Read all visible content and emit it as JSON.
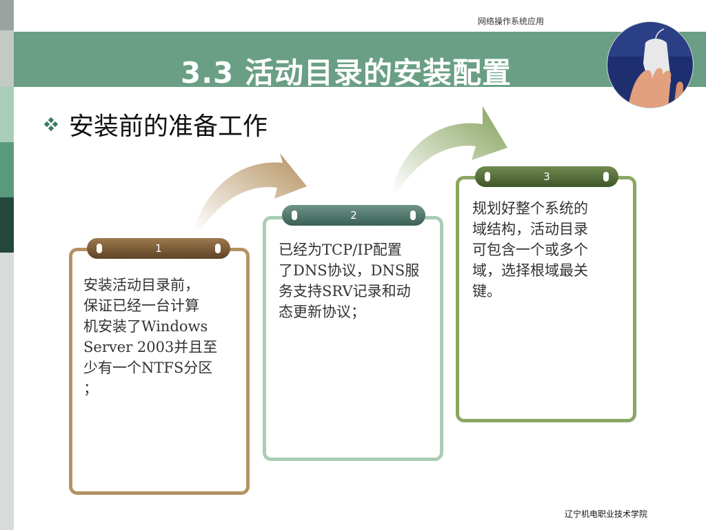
{
  "header": {
    "course_name": "网络操作系统应用",
    "title": "3.3 活动目录的安装配置"
  },
  "section": {
    "heading": "安装前的准备工作",
    "bullet_icon": "diamond-bullet-icon"
  },
  "steps": [
    {
      "number": "1",
      "text": "安装活动目录前，\n保证已经一台计算\n机安装了Windows\nServer 2003并且至\n少有一个NTFS分区\n；",
      "color": "#b49262"
    },
    {
      "number": "2",
      "text": "已经为TCP/IP配置\n了DNS协议，DNS服\n务支持SRV记录和动\n态更新协议；",
      "color": "#a9cdb6"
    },
    {
      "number": "3",
      "text": "规划好整个系统的\n域结构，活动目录\n可包含一个或多个\n域，选择根域最关\n键。",
      "color": "#8aa662"
    }
  ],
  "footer": {
    "institution": "辽宁机电职业技术学院"
  },
  "colors": {
    "title_bar": "#6a9f85",
    "accent_brown": "#b49262",
    "accent_mint": "#a9cdb6",
    "accent_olive": "#8aa662"
  }
}
